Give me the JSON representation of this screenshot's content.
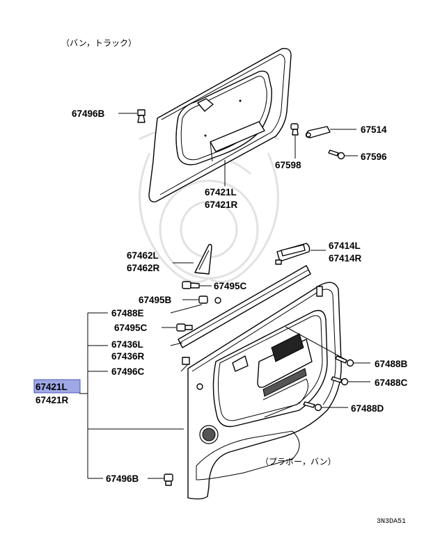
{
  "notes": {
    "top_variant": "（バン，トラック）",
    "bottom_variant": "（プラボー，バン）",
    "diagram_code": "3N3DA51"
  },
  "labels": {
    "p67496B_top": "67496B",
    "p67514": "67514",
    "p67598": "67598",
    "p67596": "67596",
    "p67421L_top": "67421L",
    "p67421R_top": "67421R",
    "p67462L": "67462L",
    "p67462R": "67462R",
    "p67414L": "67414L",
    "p67414R": "67414R",
    "p67495C_a": "67495C",
    "p67495B": "67495B",
    "p67488E": "67488E",
    "p67495C_b": "67495C",
    "p67436L": "67436L",
    "p67436R": "67436R",
    "p67496C": "67496C",
    "p67421L_main": "67421L",
    "p67421R_main": "67421R",
    "p67488B": "67488B",
    "p67488C": "67488C",
    "p67488D": "67488D",
    "p67496B_bottom": "67496B"
  },
  "highlight": {
    "label": "67421L",
    "color": "#9fa8e6"
  },
  "colors": {
    "line": "#000000",
    "background": "#ffffff",
    "watermark": "#e2e2e2"
  }
}
